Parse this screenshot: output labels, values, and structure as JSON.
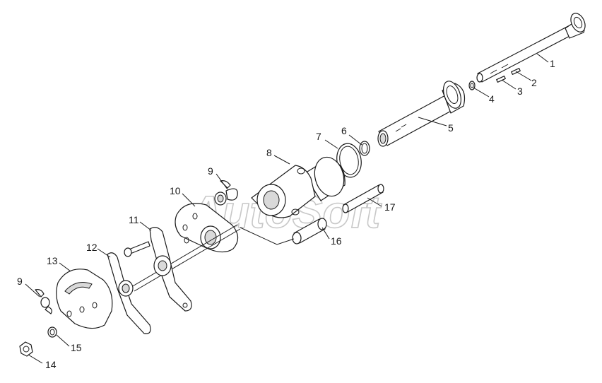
{
  "watermark": "AutoSoft",
  "callouts": [
    "1",
    "2",
    "3",
    "4",
    "5",
    "6",
    "7",
    "8",
    "9",
    "10",
    "11",
    "12",
    "13",
    "9",
    "14",
    "15",
    "16",
    "17"
  ]
}
